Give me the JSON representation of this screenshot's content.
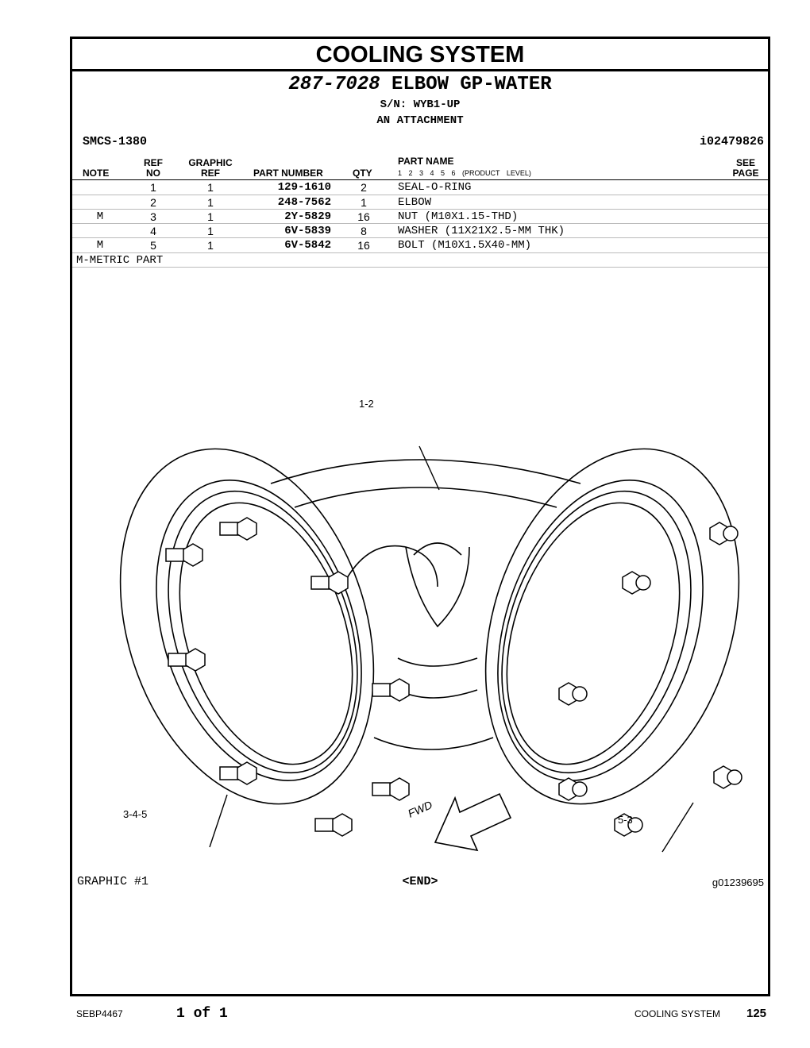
{
  "header": {
    "section_title": "COOLING SYSTEM",
    "group_part_number": "287-7028",
    "group_name": "ELBOW GP-WATER",
    "serial": "S/N: WYB1-UP",
    "attachment": "AN ATTACHMENT",
    "smcs": "SMCS-1380",
    "illustration_id": "i02479826"
  },
  "columns": {
    "note": "NOTE",
    "ref_top": "REF",
    "ref_bottom": "NO",
    "graphic_top": "GRAPHIC",
    "graphic_bottom": "REF",
    "part_number": "PART NUMBER",
    "qty": "QTY",
    "part_name": "PART NAME",
    "product_levels": "1 2 3 4 5 6 (PRODUCT LEVEL)",
    "see_top": "SEE",
    "see_bottom": "PAGE"
  },
  "rows": [
    {
      "note": "",
      "ref": "1",
      "graphic": "1",
      "part_number": "129-1610",
      "qty": "2",
      "name": "SEAL-O-RING"
    },
    {
      "note": "",
      "ref": "2",
      "graphic": "1",
      "part_number": "248-7562",
      "qty": "1",
      "name": "ELBOW"
    },
    {
      "note": "M",
      "ref": "3",
      "graphic": "1",
      "part_number": "2Y-5829",
      "qty": "16",
      "name": "NUT (M10X1.15-THD)"
    },
    {
      "note": "",
      "ref": "4",
      "graphic": "1",
      "part_number": "6V-5839",
      "qty": "8",
      "name": "WASHER (11X21X2.5-MM THK)"
    },
    {
      "note": "M",
      "ref": "5",
      "graphic": "1",
      "part_number": "6V-5842",
      "qty": "16",
      "name": "BOLT (M10X1.5X40-MM)"
    }
  ],
  "notes": "M-METRIC PART",
  "graphic": {
    "label": "GRAPHIC #1",
    "end": "<END>",
    "id": "g01239695",
    "callouts": [
      "1-2",
      "3-4-5",
      "5-3"
    ],
    "arrow_label": "FWD"
  },
  "footer": {
    "doc": "SEBP4467",
    "page_of": "1 of 1",
    "section": "COOLING SYSTEM",
    "page_number": "125"
  }
}
